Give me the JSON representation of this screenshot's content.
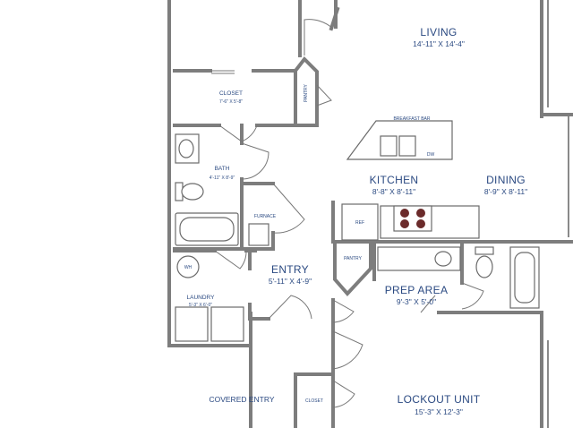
{
  "rooms": {
    "living": {
      "name": "LIVING",
      "dims": "14'-11\" X 14'-4\""
    },
    "closet": {
      "name": "CLOSET",
      "dims": "7'-6\" X 5'-8\""
    },
    "pantry_top": {
      "name": "PANTRY"
    },
    "breakfast_bar": {
      "name": "BREAKFAST BAR"
    },
    "dw": {
      "name": "DW"
    },
    "bath": {
      "name": "BATH",
      "dims": "4'-11\" X 8'-9\""
    },
    "kitchen": {
      "name": "KITCHEN",
      "dims": "8'-8\" X 8'-11\""
    },
    "dining": {
      "name": "DINING",
      "dims": "8'-9\" X 8'-11\""
    },
    "furnace": {
      "name": "FURNACE"
    },
    "ref": {
      "name": "REF"
    },
    "entry": {
      "name": "ENTRY",
      "dims": "5'-11\" X 4'-9\""
    },
    "pantry_mid": {
      "name": "PANTRY"
    },
    "prep": {
      "name": "PREP AREA",
      "dims": "9'-3\" X 5'-0\""
    },
    "laundry": {
      "name": "LAUNDRY",
      "dims": "5'-3\" X 6'-0\""
    },
    "wh": {
      "name": "WH"
    },
    "covered_entry": {
      "name": "COVERED ENTRY"
    },
    "closet_lower": {
      "name": "CLOSET"
    },
    "lockout": {
      "name": "LOCKOUT UNIT",
      "dims": "15'-3\" X 12'-3\""
    }
  },
  "colors": {
    "label": "#2b4a82",
    "wall": "#7d7d7d",
    "background": "#ffffff"
  }
}
